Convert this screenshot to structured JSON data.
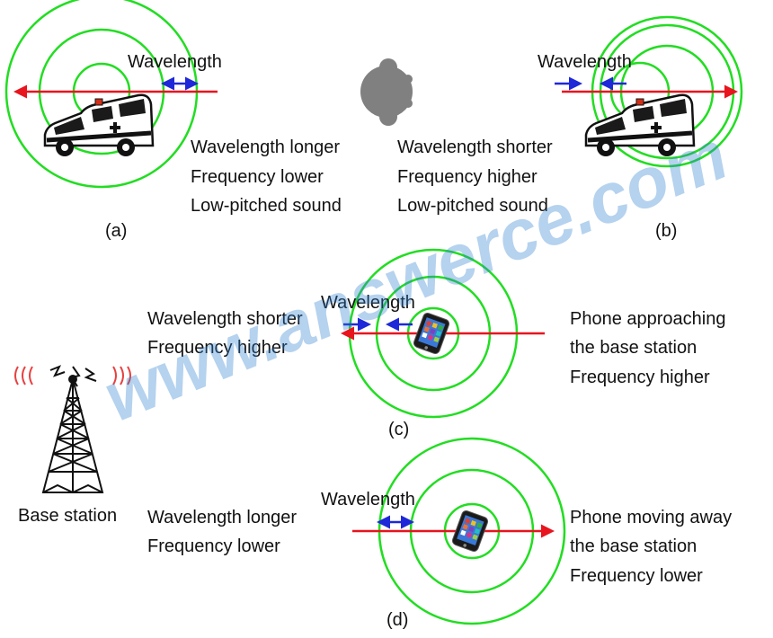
{
  "colors": {
    "wave_circle": "#22dd22",
    "red_arrow": "#e8141e",
    "blue_arrow": "#1e28d8",
    "signal": "#e84040",
    "watermark": "#2d7fd0"
  },
  "icons": [
    "ambulance-icon",
    "listener-head-icon",
    "smartphone-icon",
    "cell-tower-icon"
  ],
  "panel_a": {
    "wavelength_label": "Wavelength",
    "lines": [
      "Wavelength longer",
      "Frequency lower",
      "Low-pitched sound"
    ],
    "caption": "(a)"
  },
  "panel_b": {
    "wavelength_label": "Wavelength",
    "lines": [
      "Wavelength shorter",
      "Frequency higher",
      "Low-pitched sound"
    ],
    "caption": "(b)"
  },
  "panel_c": {
    "wavelength_label": "Wavelength",
    "left_lines": [
      "Wavelength shorter",
      "Frequency higher"
    ],
    "right_lines": [
      "Phone approaching",
      "the base station",
      "Frequency higher"
    ],
    "caption": "(c)"
  },
  "panel_d": {
    "wavelength_label": "Wavelength",
    "left_lines": [
      "Wavelength longer",
      "Frequency lower"
    ],
    "right_lines": [
      "Phone moving away",
      "the base station",
      "Frequency lower"
    ],
    "caption": "(d)"
  },
  "base_station_label": "Base station",
  "watermark": "www.answerce.com"
}
